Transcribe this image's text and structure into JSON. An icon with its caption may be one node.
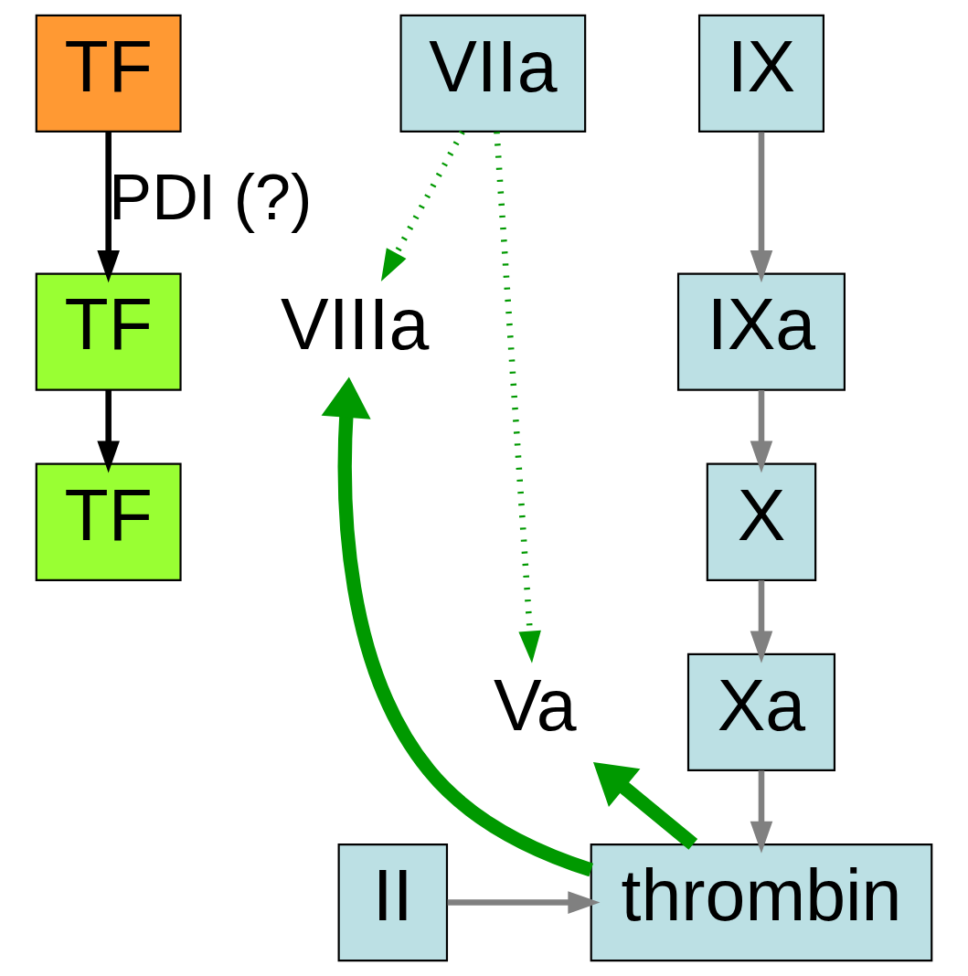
{
  "diagram": {
    "nodes": [
      {
        "text": [
          "TF"
        ]
      },
      {
        "text": [
          "TF"
        ]
      },
      {
        "text": [
          "TF"
        ]
      },
      {
        "text": [
          "VIIa"
        ]
      },
      {
        "text": [
          "IX"
        ]
      },
      {
        "text": [
          "VIIIa"
        ]
      },
      {
        "text": [
          "IXa"
        ]
      },
      {
        "text": [
          "X"
        ]
      },
      {
        "text": [
          "Va"
        ]
      },
      {
        "text": [
          "Xa"
        ]
      },
      {
        "text": [
          "II"
        ]
      },
      {
        "text": [
          "thrombin"
        ]
      }
    ],
    "edges": [
      {
        "from": 0,
        "to": 1,
        "arrow": "to",
        "label": "PDI (?)",
        "color": "#000000"
      },
      {
        "from": 1,
        "to": 2,
        "arrow": "to",
        "color": "#000000"
      },
      {
        "from": 4,
        "to": 6,
        "arrow": "to"
      },
      {
        "from": 6,
        "to": 7,
        "arrow": "to"
      },
      {
        "from": 7,
        "to": 9,
        "arrow": "to"
      },
      {
        "from": 9,
        "to": 11,
        "arrow": "to"
      },
      {
        "from": 10,
        "to": 11,
        "arrow": "to"
      },
      {
        "from": 3,
        "to": 5,
        "arrow": "to",
        "style": "dashed",
        "color": "#009900"
      },
      {
        "from": 3,
        "to": 8,
        "arrow": "to",
        "style": "dashed",
        "color": "#009900"
      },
      {
        "from": 11,
        "to": 5,
        "arrow": "to",
        "style": "thick",
        "color": "#009900"
      },
      {
        "from": 11,
        "to": 8,
        "arrow": "to",
        "style": "thick",
        "color": "#009900"
      }
    ]
  }
}
